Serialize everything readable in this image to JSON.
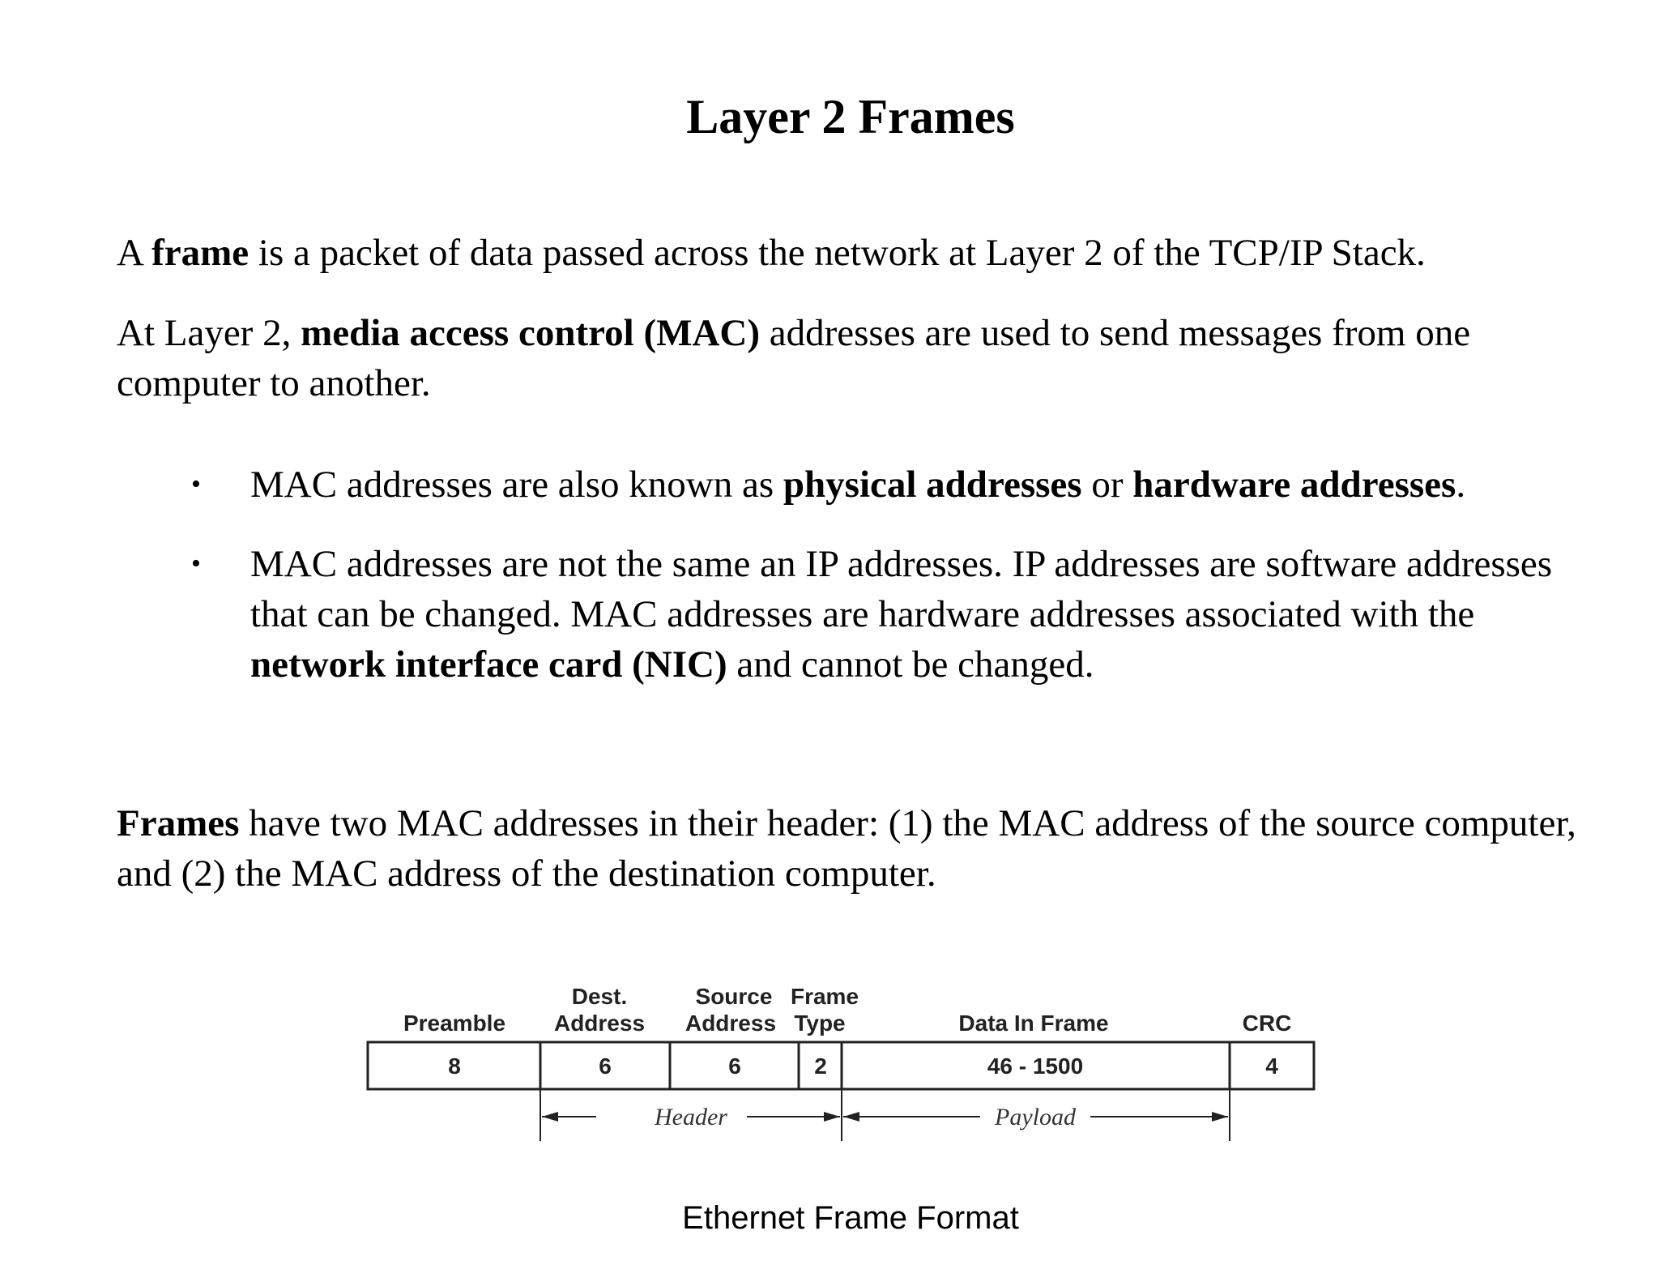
{
  "title": "Layer 2 Frames",
  "p1": {
    "pre": "A ",
    "bold": "frame",
    "post": " is a packet of data passed across the network at Layer 2 of the TCP/IP Stack."
  },
  "p2": {
    "pre": "At Layer 2, ",
    "bold": "media access control (MAC)",
    "post": " addresses are used to send messages from one computer to another."
  },
  "bullets": [
    {
      "t1": "MAC addresses are also known as ",
      "b1": "physical addresses",
      "t2": " or ",
      "b2": "hardware addresses",
      "t3": "."
    },
    {
      "t1": "MAC addresses are not the same an IP addresses. IP addresses are software addresses that can be changed. MAC addresses are hardware addresses associated with the ",
      "b1": "network interface card (NIC)",
      "t2": " and cannot be changed."
    }
  ],
  "bullet_glyph": "•",
  "p3": {
    "bold": "Frames",
    "post": " have two MAC addresses in their header: (1) the MAC address of the source computer, and (2) the MAC address of the destination computer."
  },
  "frame_diagram": {
    "headers": {
      "preamble": "Preamble",
      "dest_1": "Dest.",
      "dest_2": "Address",
      "source_1": "Source",
      "source_2": "Address",
      "type_1": "Frame",
      "type_2": "Type",
      "data": "Data In Frame",
      "crc": "CRC"
    },
    "values": {
      "preamble": "8",
      "dest": "6",
      "source": "6",
      "type": "2",
      "data": "46 - 1500",
      "crc": "4"
    },
    "spans": {
      "header": "Header",
      "payload": "Payload"
    }
  },
  "caption": "Ethernet Frame Format"
}
